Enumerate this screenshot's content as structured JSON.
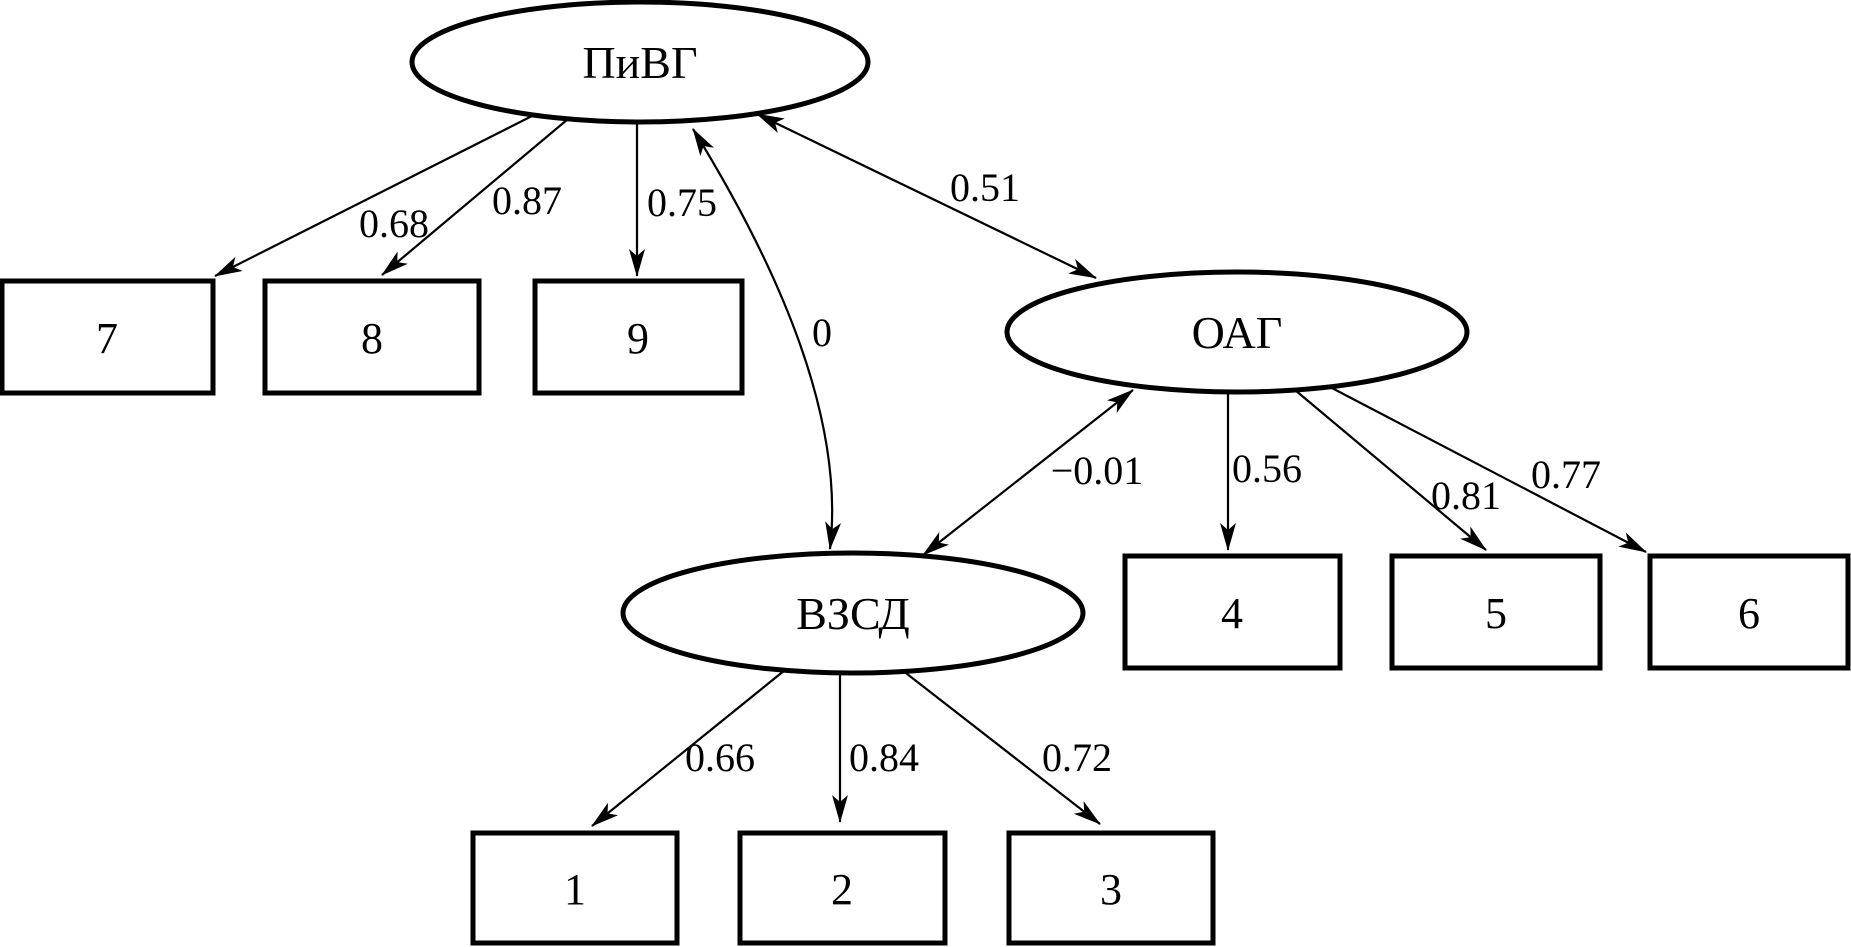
{
  "figure": {
    "background": "#ffffff",
    "ink": "#000000"
  },
  "nodes": {
    "latent": [
      {
        "id": "pivg",
        "label": "ПиВГ"
      },
      {
        "id": "oag",
        "label": "ОАГ"
      },
      {
        "id": "vzsd",
        "label": "ВЗСД"
      }
    ],
    "observed": [
      {
        "id": "1",
        "label": "1"
      },
      {
        "id": "2",
        "label": "2"
      },
      {
        "id": "3",
        "label": "3"
      },
      {
        "id": "4",
        "label": "4"
      },
      {
        "id": "5",
        "label": "5"
      },
      {
        "id": "6",
        "label": "6"
      },
      {
        "id": "7",
        "label": "7"
      },
      {
        "id": "8",
        "label": "8"
      },
      {
        "id": "9",
        "label": "9"
      }
    ]
  },
  "edges": {
    "loadings": [
      {
        "from": "ПиВГ",
        "to": "7",
        "value": "0.68"
      },
      {
        "from": "ПиВГ",
        "to": "8",
        "value": "0.87"
      },
      {
        "from": "ПиВГ",
        "to": "9",
        "value": "0.75"
      },
      {
        "from": "ОАГ",
        "to": "4",
        "value": "0.56"
      },
      {
        "from": "ОАГ",
        "to": "5",
        "value": "0.81"
      },
      {
        "from": "ОАГ",
        "to": "6",
        "value": "0.77"
      },
      {
        "from": "ВЗСД",
        "to": "1",
        "value": "0.66"
      },
      {
        "from": "ВЗСД",
        "to": "2",
        "value": "0.84"
      },
      {
        "from": "ВЗСД",
        "to": "3",
        "value": "0.72"
      }
    ],
    "covariances": [
      {
        "between": "ПиВГ ↔ ОАГ",
        "value": "0.51"
      },
      {
        "between": "ПиВГ ↔ ВЗСД",
        "value": "0"
      },
      {
        "between": "ОАГ ↔ ВЗСД",
        "value": "−0.01"
      }
    ]
  }
}
